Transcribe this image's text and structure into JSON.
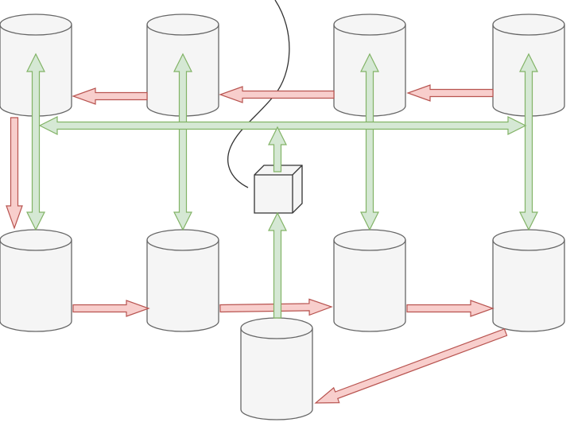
{
  "colors": {
    "cylinder_fill": "#f5f5f5",
    "cylinder_stroke": "#666666",
    "red_arrow_fill": "#f8cecc",
    "red_arrow_stroke": "#b85450",
    "green_arrow_fill": "#d5e8d4",
    "green_arrow_stroke": "#82b366",
    "cube_fill": "#f5f5f5",
    "cube_stroke": "#333333",
    "curve_stroke": "#333333"
  },
  "diagram": {
    "nodes": [
      {
        "id": "db-top-1",
        "shape": "cylinder"
      },
      {
        "id": "db-top-2",
        "shape": "cylinder"
      },
      {
        "id": "db-top-3",
        "shape": "cylinder"
      },
      {
        "id": "db-top-4",
        "shape": "cylinder"
      },
      {
        "id": "db-bottom-1",
        "shape": "cylinder"
      },
      {
        "id": "db-bottom-2",
        "shape": "cylinder"
      },
      {
        "id": "db-bottom-3",
        "shape": "cylinder"
      },
      {
        "id": "db-bottom-4",
        "shape": "cylinder"
      },
      {
        "id": "db-bottom-center",
        "shape": "cylinder"
      },
      {
        "id": "router-cube",
        "shape": "cube"
      }
    ],
    "edges": [
      {
        "from": "db-top-2",
        "to": "db-top-1",
        "style": "red"
      },
      {
        "from": "db-top-3",
        "to": "db-top-2",
        "style": "red"
      },
      {
        "from": "db-top-4",
        "to": "db-top-3",
        "style": "red"
      },
      {
        "from": "db-top-1",
        "to": "db-bottom-1",
        "style": "red"
      },
      {
        "from": "db-bottom-1",
        "to": "db-bottom-2",
        "style": "red"
      },
      {
        "from": "db-bottom-2",
        "to": "db-bottom-3",
        "style": "red"
      },
      {
        "from": "db-bottom-3",
        "to": "db-bottom-4",
        "style": "red"
      },
      {
        "from": "db-bottom-4",
        "to": "db-bottom-center",
        "style": "red"
      },
      {
        "from": "db-top-1",
        "to": "db-top-4",
        "style": "green",
        "bidirectional": true
      },
      {
        "from": "db-top-1",
        "to": "db-bottom-1",
        "style": "green",
        "bidirectional": true
      },
      {
        "from": "db-top-2",
        "to": "db-bottom-2",
        "style": "green",
        "bidirectional": true
      },
      {
        "from": "db-top-3",
        "to": "db-bottom-3",
        "style": "green",
        "bidirectional": true
      },
      {
        "from": "db-top-4",
        "to": "db-bottom-4",
        "style": "green",
        "bidirectional": true
      },
      {
        "from": "router-cube",
        "to": "top-bus",
        "style": "green"
      },
      {
        "from": "db-bottom-center",
        "to": "router-cube",
        "style": "green"
      }
    ]
  }
}
